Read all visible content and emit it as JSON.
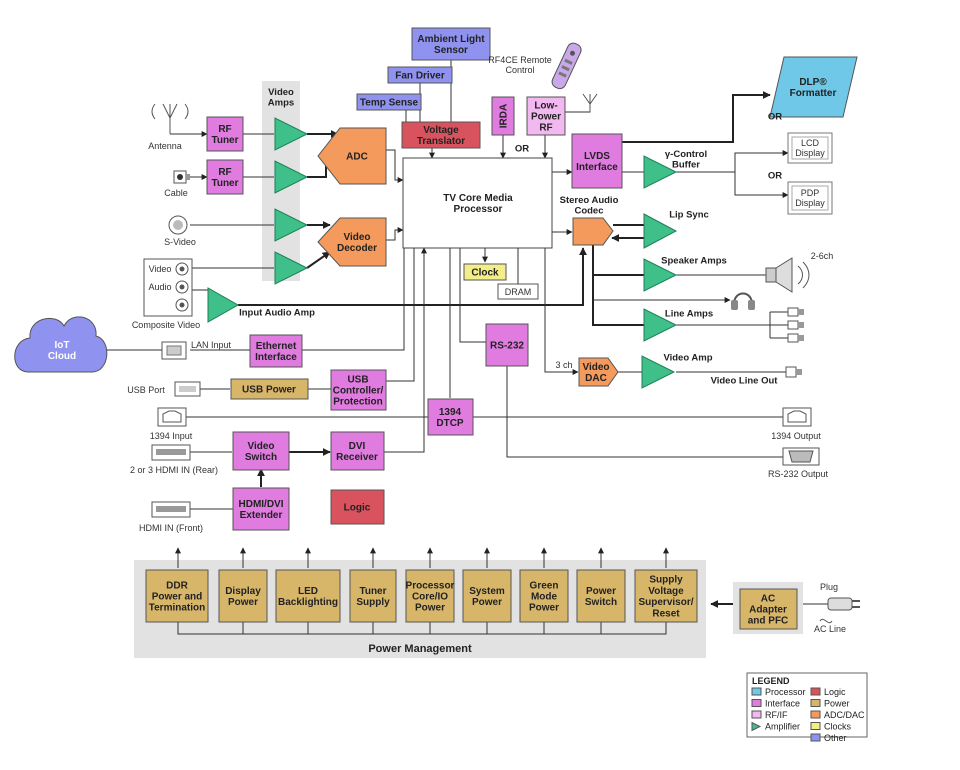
{
  "colors": {
    "processor": "#6fc8e8",
    "interface": "#e07be0",
    "rfif": "#f2b8f0",
    "amplifier": "#3fbf8a",
    "logic": "#d9535f",
    "power": "#d7b66a",
    "adcdac": "#f39a5c",
    "clocks": "#f4ee8a",
    "other": "#8f92ee",
    "band": "#e2e2e2",
    "line": "#333333"
  },
  "blocks": {
    "ambient": "Ambient Light\nSensor",
    "fan": "Fan Driver",
    "temp": "Temp Sense",
    "voltage": "Voltage\nTranslator",
    "irda": "IRDA",
    "lprf": "Low-\nPower\nRF",
    "rf1": "RF\nTuner",
    "rf2": "RF\nTuner",
    "adc": "ADC",
    "vdec": "Video\nDecoder",
    "core": "TV Core Media\nProcessor",
    "clock": "Clock",
    "dram": "DRAM",
    "lvds": "LVDS\nInterface",
    "dlp": "DLP®\nFormatter",
    "lcd": "LCD\nDisplay",
    "pdp": "PDP\nDisplay",
    "codec": "",
    "eth": "Ethernet\nInterface",
    "usbp": "USB Power",
    "usbc": "USB\nController/\nProtection",
    "rs232": "RS-232",
    "vdac": "Video\nDAC",
    "dtcp": "1394\nDTCP",
    "vsw": "Video\nSwitch",
    "dvi": "DVI\nReceiver",
    "hdmiext": "HDMI/DVI\nExtender",
    "logic": "Logic",
    "iot": "IoT\nCloud",
    "ac": "AC\nAdapter\nand PFC"
  },
  "labels": {
    "video_amps": "Video\nAmps",
    "rf4ce": "RF4CE Remote\nControl",
    "or1": "OR",
    "or2": "OR",
    "or3": "OR",
    "gamma": "γ-Control\nBuffer",
    "stereo": "Stereo Audio\nCodec",
    "lipsync": "Lip Sync",
    "spkamps": "Speaker Amps",
    "ch26": "2-6ch",
    "lineamps": "Line Amps",
    "videoamp": "Video Amp",
    "vlineout": "Video Line Out",
    "ch3": "3 ch",
    "antenna": "Antenna",
    "cable": "Cable",
    "svideo": "S-Video",
    "video_in": "Video",
    "audio_in": "Audio",
    "composite": "Composite Video",
    "inaudio": "Input Audio Amp",
    "lan": "LAN Input",
    "usbport": "USB Port",
    "in1394": "1394 Input",
    "out1394": "1394 Output",
    "rs232out": "RS-232 Output",
    "hdmirear": "2 or 3 HDMI IN (Rear)",
    "hdmifront": "HDMI IN (Front)",
    "plug": "Plug",
    "acline": "AC Line",
    "pm_title": "Power Management"
  },
  "power": [
    "DDR\nPower and\nTermination",
    "Display\nPower",
    "LED\nBacklighting",
    "Tuner\nSupply",
    "Processor\nCore/IO\nPower",
    "System\nPower",
    "Green\nMode\nPower",
    "Power\nSwitch",
    "Supply\nVoltage\nSupervisor/\nReset"
  ],
  "legend": {
    "title": "LEGEND",
    "items": [
      {
        "name": "Processor",
        "color": "#6fc8e8"
      },
      {
        "name": "Interface",
        "color": "#e07be0"
      },
      {
        "name": "RF/IF",
        "color": "#f2b8f0"
      },
      {
        "name": "Amplifier",
        "color": "#3fbf8a"
      },
      {
        "name": "Logic",
        "color": "#d9535f"
      },
      {
        "name": "Power",
        "color": "#d7b66a"
      },
      {
        "name": "ADC/DAC",
        "color": "#f39a5c"
      },
      {
        "name": "Clocks",
        "color": "#f4ee8a"
      },
      {
        "name": "Other",
        "color": "#8f92ee"
      }
    ]
  }
}
